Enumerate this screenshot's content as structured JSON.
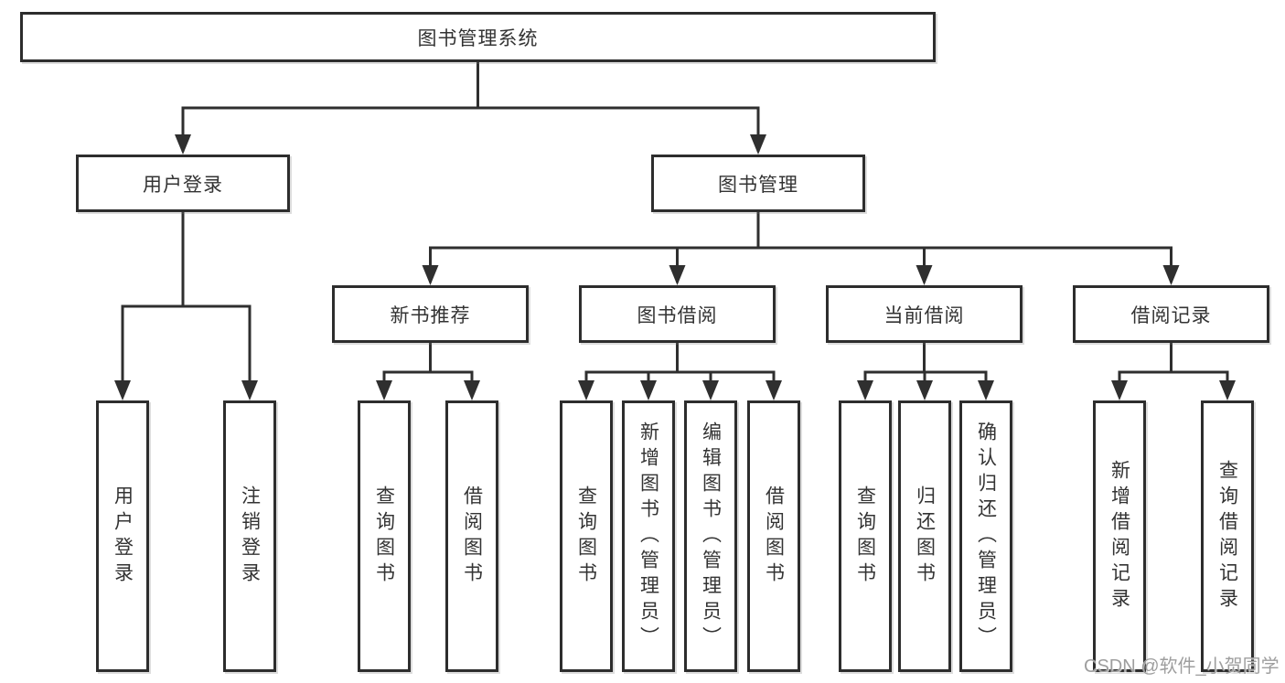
{
  "diagram": {
    "root": {
      "label": "图书管理系统"
    },
    "branches": [
      {
        "label": "用户登录",
        "children": [
          {
            "label": "用户登录"
          },
          {
            "label": "注销登录"
          }
        ]
      },
      {
        "label": "图书管理",
        "children": [
          {
            "label": "新书推荐",
            "children": [
              {
                "label": "查询图书"
              },
              {
                "label": "借阅图书"
              }
            ]
          },
          {
            "label": "图书借阅",
            "children": [
              {
                "label": "查询图书"
              },
              {
                "label": "新增图书（管理员）"
              },
              {
                "label": "编辑图书（管理员）"
              },
              {
                "label": "借阅图书"
              }
            ]
          },
          {
            "label": "当前借阅",
            "children": [
              {
                "label": "查询图书"
              },
              {
                "label": "归还图书"
              },
              {
                "label": "确认归还（管理员）"
              }
            ]
          },
          {
            "label": "借阅记录",
            "children": [
              {
                "label": "新增借阅记录"
              },
              {
                "label": "查询借阅记录"
              }
            ]
          }
        ]
      }
    ]
  },
  "watermark": {
    "text": "CSDN @软件_小贺同学"
  },
  "colors": {
    "background": "#ffffff",
    "line": "#2f2f2f",
    "box_border": "#2d2d2d",
    "text": "#333333",
    "watermark": "#9e9e9e"
  }
}
